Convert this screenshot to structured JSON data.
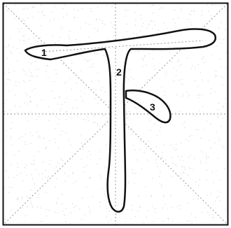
{
  "character": {
    "glyph": "下",
    "stroke_count": 3,
    "strokes": [
      {
        "order": 1,
        "number_label": "1",
        "stroke": "horizontal"
      },
      {
        "order": 2,
        "number_label": "2",
        "stroke": "vertical"
      },
      {
        "order": 3,
        "number_label": "3",
        "stroke": "dot"
      }
    ]
  },
  "practice_grid": {
    "style": "米字格 (rice-character grid)",
    "guides": [
      "vertical-center",
      "horizontal-center",
      "diagonal",
      "anti-diagonal"
    ],
    "guide_style": "dotted",
    "border": "solid"
  },
  "colors": {
    "outline": "#111111",
    "guides": "#9a9a9a",
    "speckle": "#c8c8c8",
    "background": "#ffffff"
  }
}
